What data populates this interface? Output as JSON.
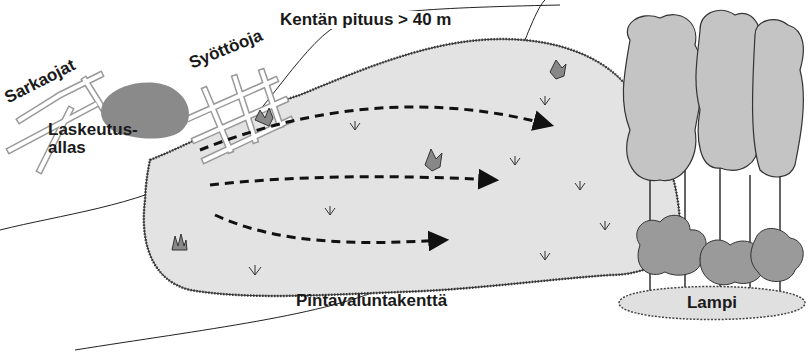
{
  "diagram": {
    "nodes": [
      {
        "text": [
          "Lampi"
        ]
      }
    ],
    "labels": [
      "Kentän pituus > 40 m",
      "Sarkaojat",
      "Syöttöoja",
      "Laskeutus- allas",
      "Pintavaluntakenttä"
    ]
  }
}
